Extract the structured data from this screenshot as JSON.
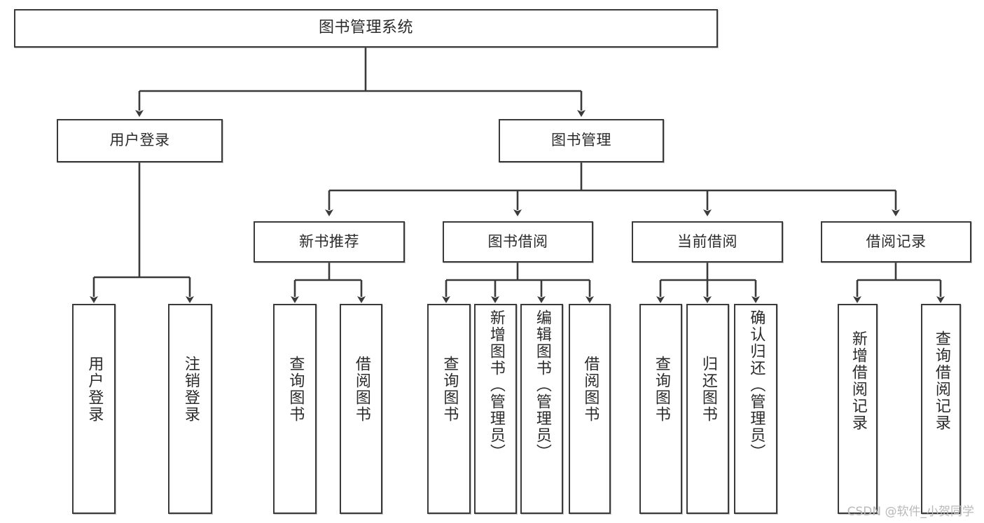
{
  "diagram": {
    "title": "图书管理系统",
    "watermark": "CSDN @软件_小贺同学",
    "edge_color": "#3a3a3a",
    "box_border_color": "#3a3a3a",
    "text_color": "#2b2b2b",
    "background": "#ffffff",
    "levels": {
      "root": {
        "label": "图书管理系统"
      },
      "level2": [
        {
          "label": "用户登录"
        },
        {
          "label": "图书管理"
        }
      ],
      "level3": [
        {
          "label": "新书推荐"
        },
        {
          "label": "图书借阅"
        },
        {
          "label": "当前借阅"
        },
        {
          "label": "借阅记录"
        }
      ],
      "leaves": [
        {
          "label": "用户登录",
          "parent": "用户登录"
        },
        {
          "label": "注销登录",
          "parent": "用户登录"
        },
        {
          "label": "查询图书",
          "parent": "新书推荐"
        },
        {
          "label": "借阅图书",
          "parent": "新书推荐"
        },
        {
          "label": "查询图书",
          "parent": "图书借阅"
        },
        {
          "label": "新增图书（管理员）",
          "parent": "图书借阅"
        },
        {
          "label": "编辑图书（管理员）",
          "parent": "图书借阅"
        },
        {
          "label": "借阅图书",
          "parent": "图书借阅"
        },
        {
          "label": "查询图书",
          "parent": "当前借阅"
        },
        {
          "label": "归还图书",
          "parent": "当前借阅"
        },
        {
          "label": "确认归还（管理员）",
          "parent": "当前借阅"
        },
        {
          "label": "新增借阅记录",
          "parent": "借阅记录"
        },
        {
          "label": "查询借阅记录",
          "parent": "借阅记录"
        }
      ]
    }
  }
}
